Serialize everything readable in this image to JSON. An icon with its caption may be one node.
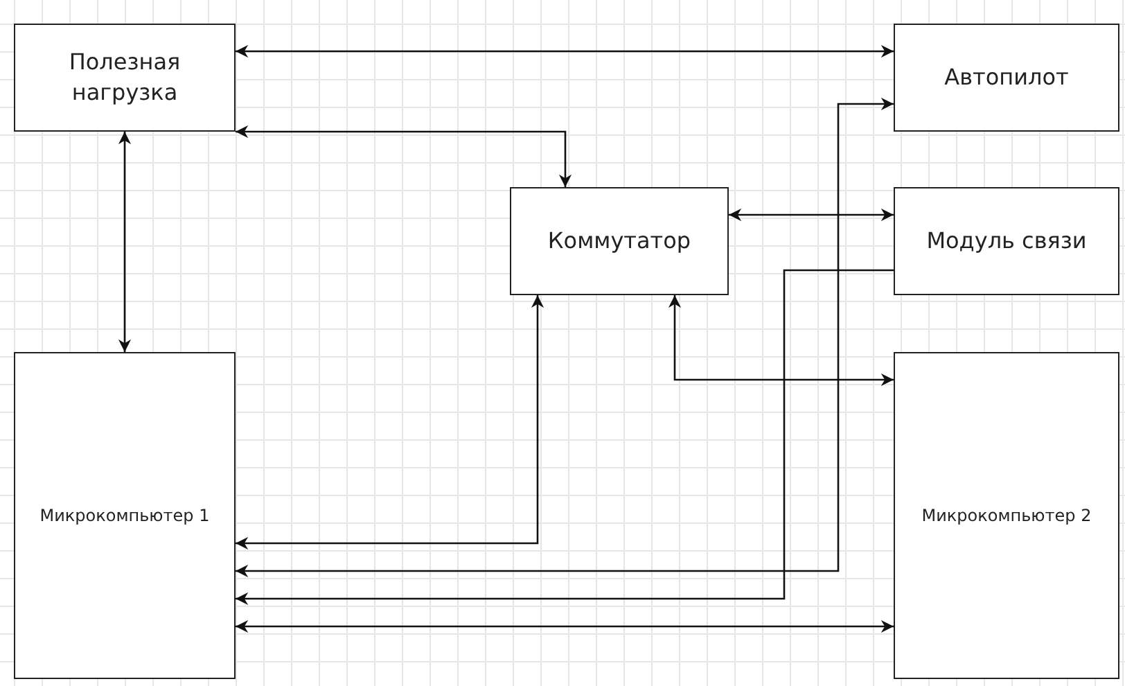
{
  "diagram": {
    "nodes": [
      {
        "text": [
          "Полезная нагрузка"
        ]
      },
      {
        "text": [
          "Автопилот"
        ]
      },
      {
        "text": [
          "Коммутатор"
        ]
      },
      {
        "text": [
          "Модуль связи"
        ]
      },
      {
        "text": [
          "Микрокомпьютер 1"
        ]
      },
      {
        "text": [
          "Микрокомпьютер 2"
        ]
      }
    ],
    "edges": [
      {
        "from": 0,
        "to": 1,
        "arrow": "both"
      },
      {
        "from": 0,
        "to": 2,
        "arrow": "both"
      },
      {
        "from": 0,
        "to": 4,
        "arrow": "both"
      },
      {
        "from": 2,
        "to": 3,
        "arrow": "both"
      },
      {
        "from": 4,
        "to": 2,
        "arrow": "both"
      },
      {
        "from": 2,
        "to": 5,
        "arrow": "both"
      },
      {
        "from": 4,
        "to": 1,
        "arrow": "both"
      },
      {
        "from": 3,
        "to": 4,
        "arrow": "to"
      },
      {
        "from": 4,
        "to": 5,
        "arrow": "both"
      }
    ]
  }
}
